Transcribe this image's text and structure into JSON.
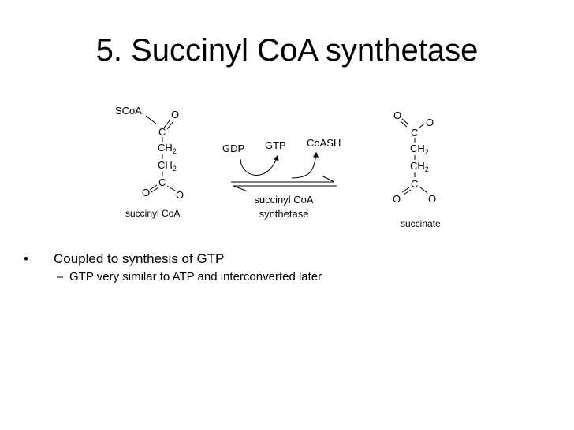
{
  "slide": {
    "title": "5. Succinyl CoA synthetase",
    "bullets": [
      {
        "marker": "•",
        "text": "Coupled to synthesis of GTP",
        "sub": [
          {
            "marker": "–",
            "text": "GTP very similar to ATP and interconverted later"
          }
        ]
      }
    ]
  },
  "diagram": {
    "reactant": {
      "name": "succinyl CoA",
      "atoms": {
        "scoa": "SCoA",
        "o_top": "O",
        "c_top": "C",
        "ch2_a": "CH",
        "ch2_b": "CH",
        "sub2": "2",
        "c_bot": "C",
        "o_left": "O",
        "o_right": "O"
      }
    },
    "enzyme": {
      "line1": "succinyl CoA",
      "line2": "synthetase"
    },
    "cofactors": {
      "gdp": "GDP",
      "gtp": "GTP",
      "coash": "CoASH"
    },
    "product": {
      "name": "succinate",
      "atoms": {
        "o_tl": "O",
        "o_tr": "O",
        "c_top": "C",
        "ch2_a": "CH",
        "ch2_b": "CH",
        "sub2": "2",
        "c_bot": "C",
        "o_bl": "O",
        "o_br": "O"
      }
    }
  }
}
